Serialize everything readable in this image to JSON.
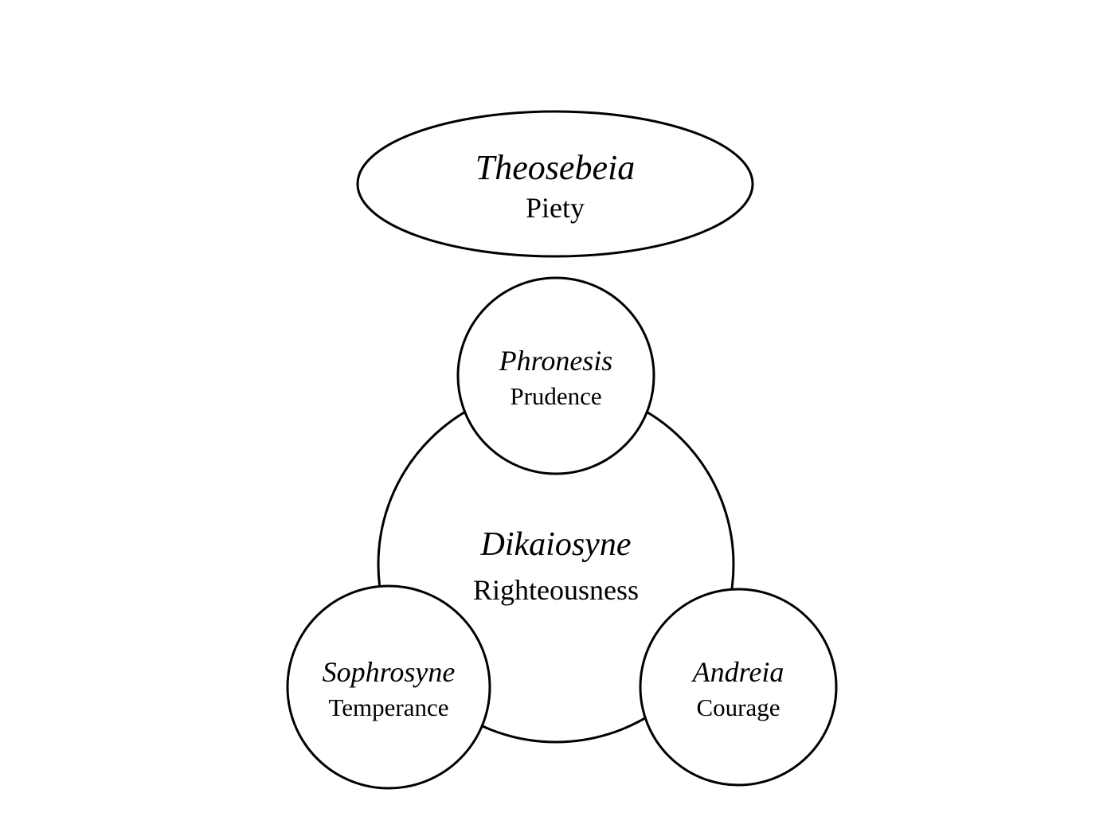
{
  "diagram": {
    "piety": {
      "greek": "Theosebeia",
      "english": "Piety"
    },
    "righteousness": {
      "greek": "Dikaiosyne",
      "english": "Righteousness"
    },
    "prudence": {
      "greek": "Phronesis",
      "english": "Prudence"
    },
    "temperance": {
      "greek": "Sophrosyne",
      "english": "Temperance"
    },
    "courage": {
      "greek": "Andreia",
      "english": "Courage"
    }
  }
}
